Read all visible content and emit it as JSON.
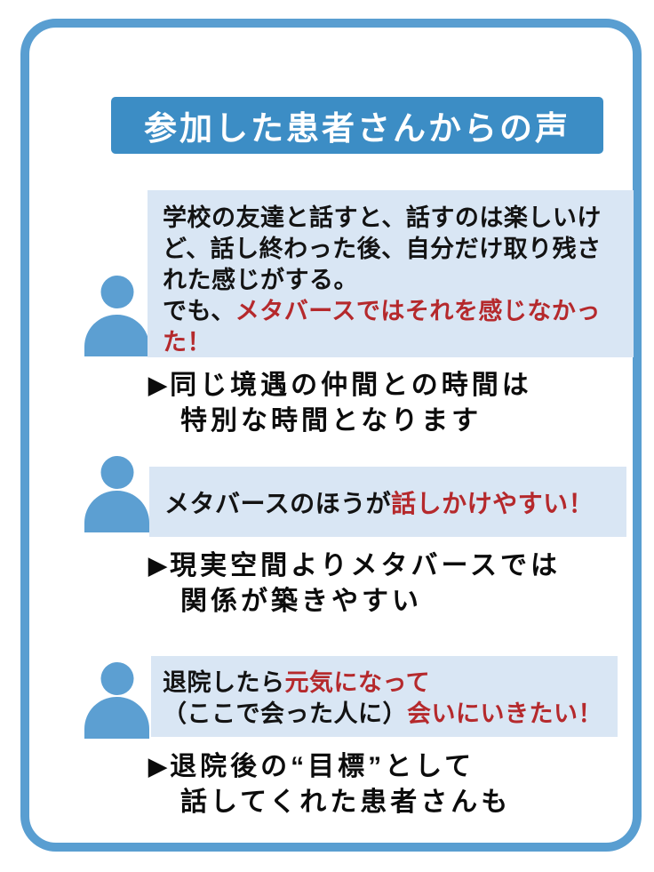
{
  "banner": {
    "title": "参加した患者さんからの声"
  },
  "marker": "▶",
  "colors": {
    "card_border_blue": "#599ed1",
    "banner_blue": "#3c8dc5",
    "avatar_blue": "#5c9fd2",
    "quote_bubble_blue": "#d9e6f4",
    "accent_red": "#b5292c",
    "text_black": "#131313",
    "banner_text_white": "#ffffff"
  },
  "sections": [
    {
      "quote": {
        "lines": [
          [
            {
              "text": "学校の友達と話すと、話すのは楽しいけ",
              "color": "black"
            }
          ],
          [
            {
              "text": "ど、話し終わった後、自分だけ取り残さ",
              "color": "black"
            }
          ],
          [
            {
              "text": "れた感じがする。",
              "color": "black"
            }
          ],
          [
            {
              "text": "でも、",
              "color": "black"
            },
            {
              "text": "メタバースではそれを感じなかっ",
              "color": "red"
            }
          ],
          [
            {
              "text": "た！",
              "color": "red"
            }
          ]
        ]
      },
      "takeaway": {
        "lines": [
          "同じ境遇の仲間との時間は",
          "特別な時間となります"
        ]
      }
    },
    {
      "quote": {
        "lines": [
          [
            {
              "text": "メタバースのほうが",
              "color": "black"
            },
            {
              "text": "話しかけやすい！",
              "color": "red"
            }
          ]
        ]
      },
      "takeaway": {
        "lines": [
          "現実空間よりメタバースでは",
          "関係が築きやすい"
        ]
      }
    },
    {
      "quote": {
        "lines": [
          [
            {
              "text": "退院したら",
              "color": "black"
            },
            {
              "text": "元気になって",
              "color": "red"
            }
          ],
          [
            {
              "text": "（ここで会った人に）",
              "color": "black"
            },
            {
              "text": "会いにいきたい！",
              "color": "red"
            }
          ]
        ]
      },
      "takeaway": {
        "lines": [
          "退院後の“目標”として",
          "話してくれた患者さんも"
        ]
      }
    }
  ]
}
